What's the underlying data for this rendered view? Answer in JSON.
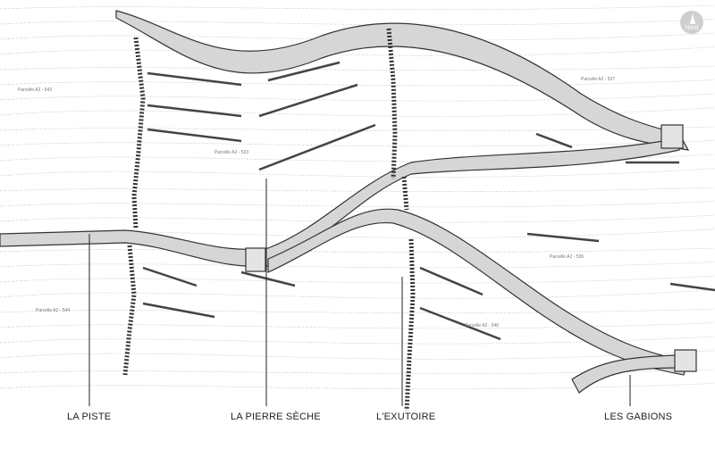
{
  "labels": {
    "piste": "LA PISTE",
    "pierre_seche": "LA PIERRE SÈCHE",
    "exutoire": "L'EXUTOIRE",
    "gabions": "LES GABIONS"
  },
  "north": {
    "text": "Nord"
  },
  "parcels": [
    "Parcelle A2 - 543",
    "Parcelle A2 - 537",
    "Parcelle A2 - 533",
    "Parcelle A2 - 536",
    "Parcelle A2 - 544",
    "Parcelle A2 - 540"
  ],
  "colors": {
    "road_fill": "#d6d6d6",
    "line": "#333333",
    "hatch": "#9a9a9a",
    "gabion_fill": "#e4e4e4"
  }
}
